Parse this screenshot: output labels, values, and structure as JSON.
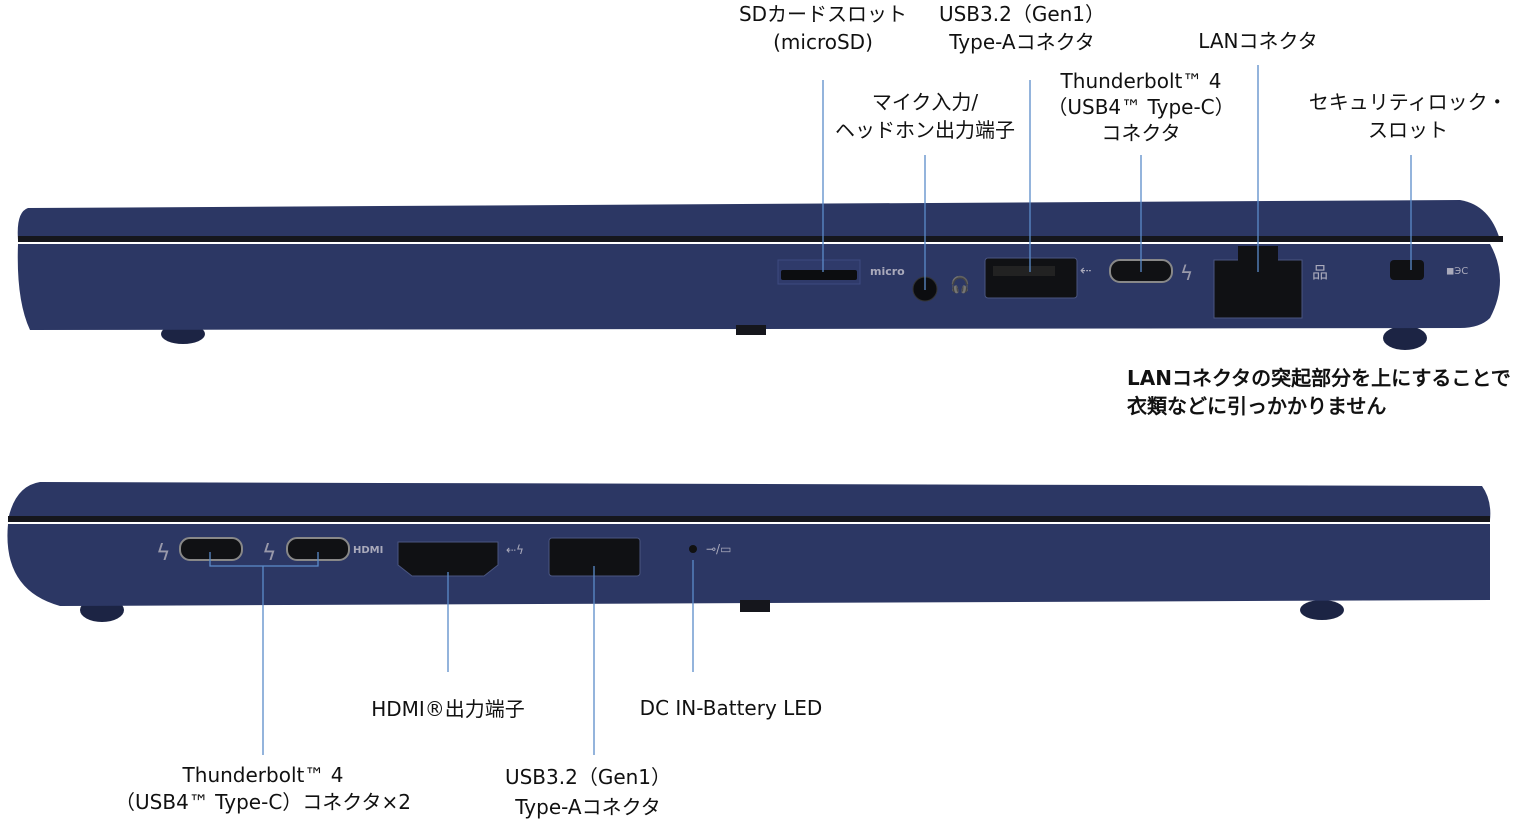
{
  "colors": {
    "body": "#2c3764",
    "body_dark": "#1c2444",
    "leader": "#5b8bc9",
    "port": "#101114"
  },
  "top_view": {
    "labels": {
      "sd_slot": [
        "SDカードスロット",
        "(microSD)"
      ],
      "audio_jack": [
        "マイク入力/",
        "ヘッドホン出力端子"
      ],
      "usb_a": [
        "USB3.2（Gen1）",
        "Type-Aコネクタ"
      ],
      "thunderbolt": [
        "Thunderbolt™ 4",
        "（USB4™ Type-C）",
        "コネクタ"
      ],
      "lan": [
        "LANコネクタ"
      ],
      "security_lock": [
        "セキュリティロック・",
        "スロット"
      ]
    },
    "note": [
      "LANコネクタの突起部分を上にすることで",
      "衣類などに引っかかりません"
    ],
    "icons": [
      "microsd-icon",
      "headset-icon",
      "usb-icon",
      "thunderbolt-icon",
      "network-icon",
      "lock-icon"
    ]
  },
  "bottom_view": {
    "labels": {
      "thunderbolt": [
        "Thunderbolt™ 4",
        "（USB4™ Type-C）コネクタ×2"
      ],
      "hdmi": [
        "HDMI®出力端子"
      ],
      "usb_a": [
        "USB3.2（Gen1）",
        "Type-Aコネクタ"
      ],
      "led": [
        "DC IN-Battery LED"
      ]
    },
    "icons": [
      "thunderbolt-icon",
      "hdmi-icon",
      "usb-icon",
      "dc-in-battery-icon"
    ]
  }
}
